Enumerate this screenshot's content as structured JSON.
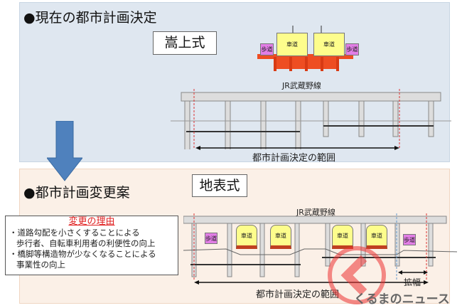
{
  "current": {
    "title": "●現在の都市計画決定",
    "type": "嵩上式",
    "road_labels": {
      "sidewalk": "歩道",
      "carriageway": "車道"
    },
    "railway": "JR武蔵野線",
    "range": "都市計画決定の範囲"
  },
  "proposed": {
    "title": "●都市計画変更案",
    "type": "地表式",
    "railway": "JR武蔵野線",
    "range": "都市計画決定の範囲",
    "widening": "拡幅",
    "road_labels": {
      "sidewalk": "歩道",
      "carriageway": "車道"
    }
  },
  "reason": {
    "heading": "変更の理由",
    "lines": [
      "・道路勾配を小さくすることによる",
      "歩行者、自転車利用者の利便性の向上",
      "・橋脚等構造物が少なくなることによる",
      "事業性の向上"
    ]
  },
  "watermark": "くるまのニュース",
  "colors": {
    "arrow": "#4f81bd",
    "sidewalk": "#e27ee6",
    "carriageway": "#fdfd8c",
    "girder": "#ee4d22",
    "reason_heading": "#e02020"
  }
}
